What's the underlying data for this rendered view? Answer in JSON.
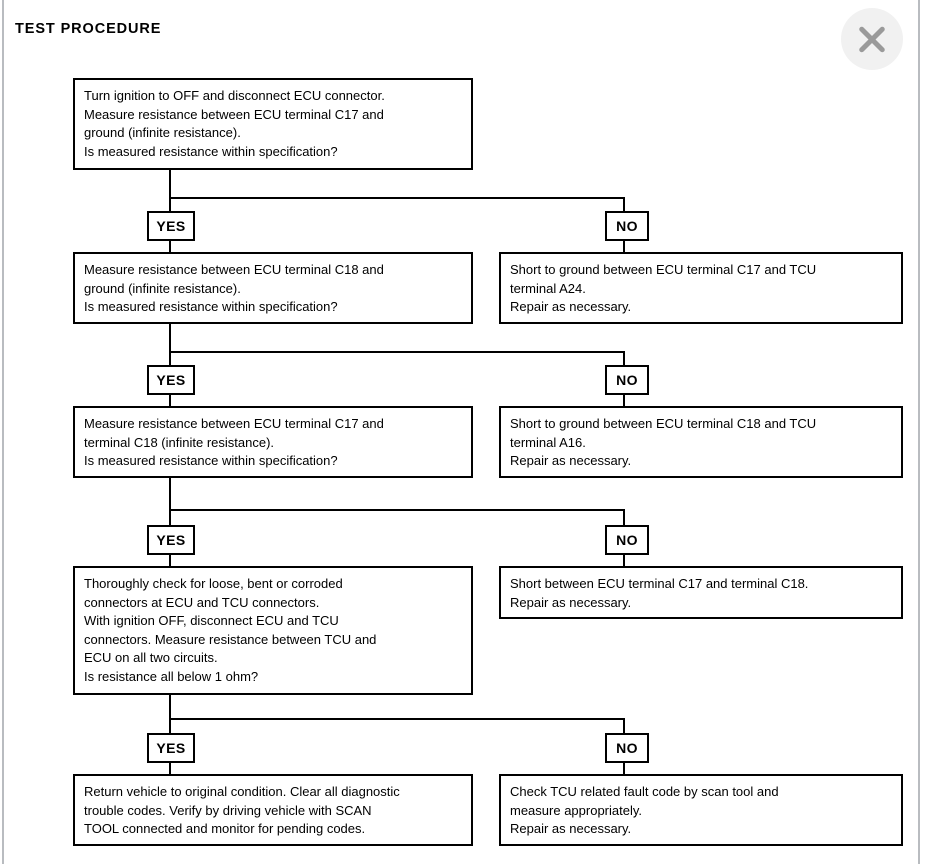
{
  "page": {
    "title": "TEST PROCEDURE",
    "close_icon": "close-icon"
  },
  "branch_labels": {
    "yes": "YES",
    "no": "NO"
  },
  "flow": {
    "steps": [
      {
        "id": "step-1",
        "side": "left",
        "lines": [
          "Turn ignition to OFF and disconnect ECU connector.",
          "Measure resistance between ECU terminal C17 and",
          "ground (infinite resistance).",
          "Is measured resistance within specification?"
        ]
      },
      {
        "id": "step-2",
        "side": "left",
        "lines": [
          "Measure resistance between ECU terminal C18 and",
          "ground (infinite resistance).",
          "Is measured resistance within specification?"
        ]
      },
      {
        "id": "step-3",
        "side": "left",
        "lines": [
          "Measure resistance between ECU terminal C17 and",
          "terminal C18 (infinite resistance).",
          "Is measured resistance within specification?"
        ]
      },
      {
        "id": "step-4",
        "side": "left",
        "lines": [
          "Thoroughly check for loose, bent or corroded",
          "connectors at ECU and TCU connectors.",
          "With ignition OFF, disconnect ECU and TCU",
          "connectors. Measure resistance between TCU and",
          "ECU on all two circuits.",
          "Is resistance all below 1 ohm?"
        ]
      },
      {
        "id": "step-5",
        "side": "left",
        "lines": [
          "Return vehicle to original condition. Clear all diagnostic",
          "trouble codes. Verify by driving vehicle with SCAN",
          "TOOL connected and monitor for pending codes."
        ]
      }
    ],
    "outcomes": [
      {
        "id": "outcome-1",
        "side": "right",
        "lines": [
          "Short to ground between ECU terminal C17 and TCU",
          "terminal A24.",
          "Repair as necessary."
        ]
      },
      {
        "id": "outcome-2",
        "side": "right",
        "lines": [
          "Short to ground between ECU terminal C18 and TCU",
          "terminal A16.",
          "Repair as necessary."
        ]
      },
      {
        "id": "outcome-3",
        "side": "right",
        "lines": [
          "Short between ECU terminal C17 and terminal C18.",
          "Repair as necessary."
        ]
      },
      {
        "id": "outcome-4",
        "side": "right",
        "lines": [
          "Check TCU related fault code by scan tool and",
          "measure appropriately.",
          "Repair as necessary."
        ]
      }
    ]
  },
  "colors": {
    "ink": "#000000",
    "page": "#ffffff",
    "frame": "#b9bcc0",
    "close_circle": "#f1f1f1",
    "close_glyph": "#9a9a9a"
  }
}
